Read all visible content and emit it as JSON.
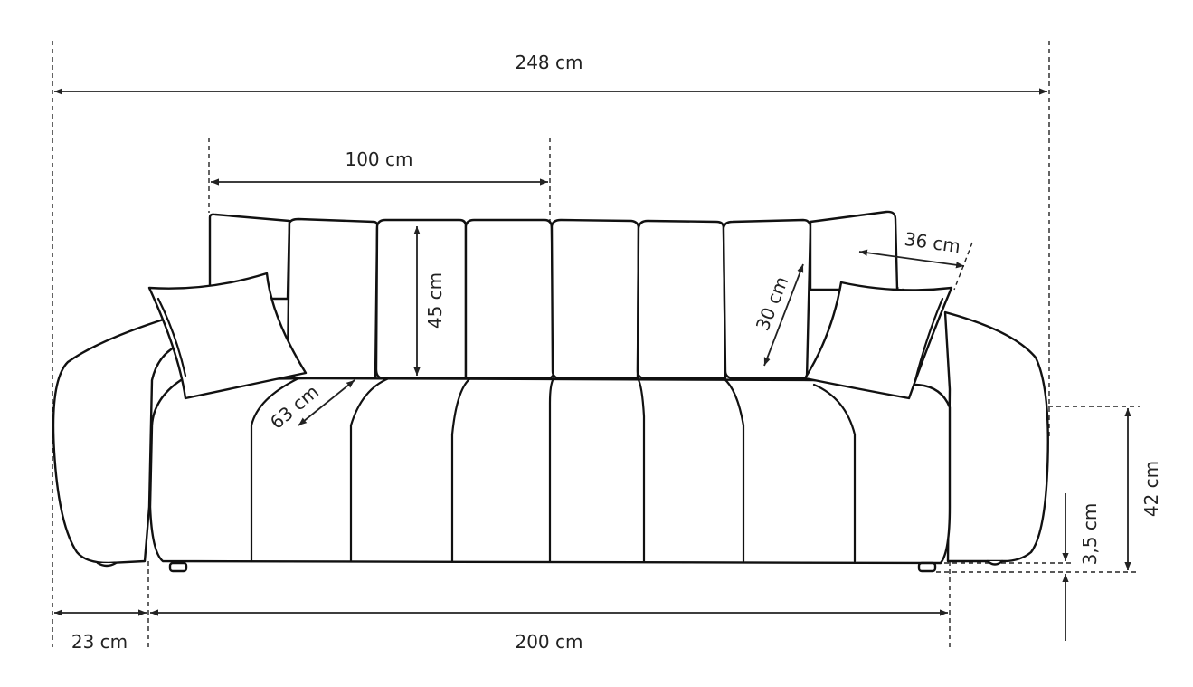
{
  "dimensions": {
    "total_width": "248 cm",
    "backrest_section_width": "100 cm",
    "backrest_cushion_height": "45 cm",
    "pillow_width": "36 cm",
    "pillow_height": "30 cm",
    "seat_depth": "63 cm",
    "seat_height": "42 cm",
    "leg_height": "3,5 cm",
    "armrest_width": "23 cm",
    "seat_width": "200 cm"
  }
}
